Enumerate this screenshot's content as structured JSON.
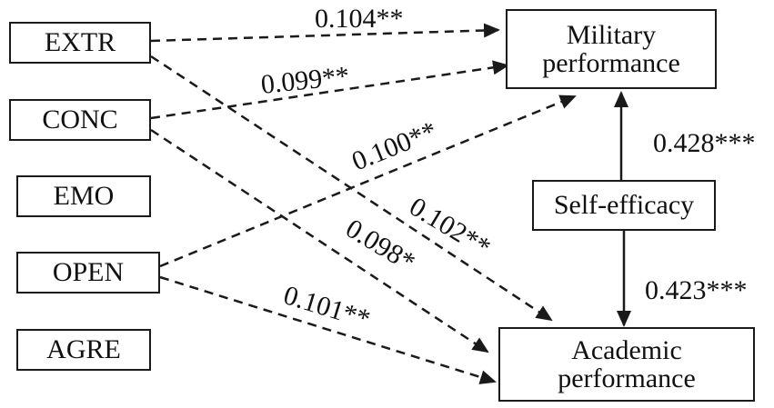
{
  "nodes": {
    "extr": {
      "label": "EXTR"
    },
    "conc": {
      "label": "CONC"
    },
    "emo": {
      "label": "EMO"
    },
    "open": {
      "label": "OPEN"
    },
    "agre": {
      "label": "AGRE"
    },
    "military": {
      "line1": "Military",
      "line2": "performance"
    },
    "self_efficacy": {
      "label": "Self-efficacy"
    },
    "academic": {
      "line1": "Academic",
      "line2": "performance"
    }
  },
  "paths": {
    "extr_military": "0.104**",
    "conc_military": "0.099**",
    "open_military": "0.100**",
    "extr_academic": "0.102**",
    "conc_academic": "0.098*",
    "open_academic": "0.101**",
    "self_efficacy_military": "0.428***",
    "self_efficacy_academic": "0.423***"
  },
  "colors": {
    "line": "#1a1a1a",
    "text": "#111111"
  }
}
